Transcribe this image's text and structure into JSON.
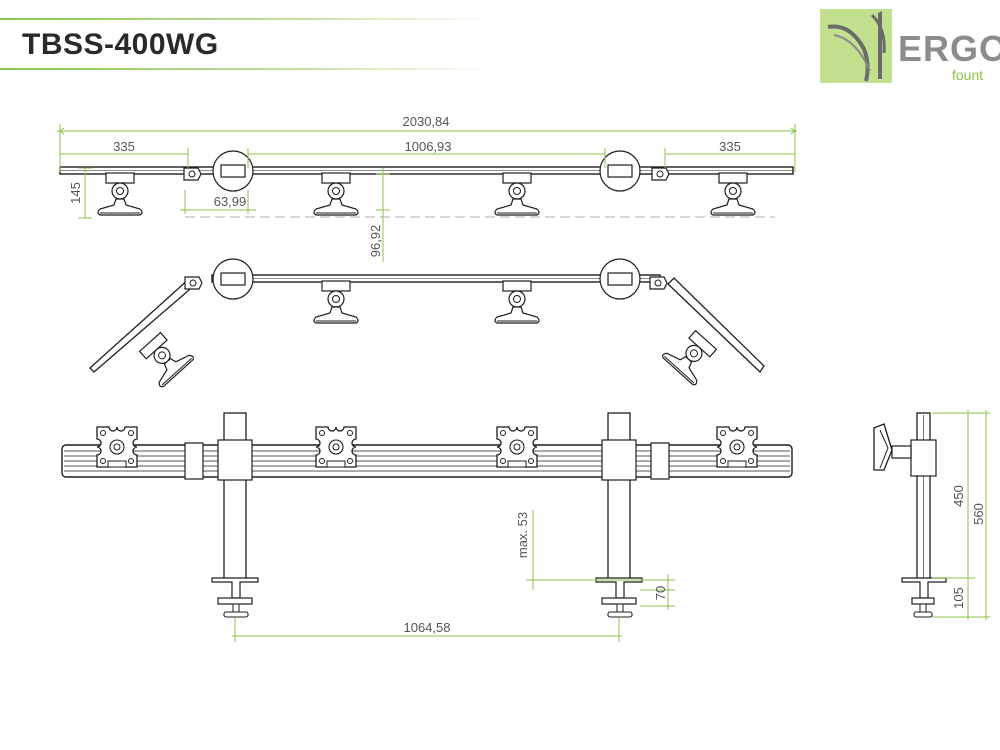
{
  "header": {
    "title": "TBSS-400WG"
  },
  "logo": {
    "brand": "ERGO",
    "sub": "fount",
    "icon": "ergofount-swoosh-icon"
  },
  "colors": {
    "dimension": "#8bc34a",
    "line": "#1e1e1e",
    "logo_bg": "#c3e08e",
    "logo_text": "#8c8c8c"
  },
  "dimensions": {
    "total_length": "2030,84",
    "end_arm_left": "335",
    "center_span": "1006,93",
    "end_arm_right": "335",
    "mount_height": "145",
    "joint_offset": "63,99",
    "drop": "96,92",
    "clamp_max": "max. 53",
    "clamp_height": "70",
    "pole_distance": "1064,58",
    "side_height_450": "450",
    "side_height_560": "560",
    "side_base_105": "105"
  }
}
